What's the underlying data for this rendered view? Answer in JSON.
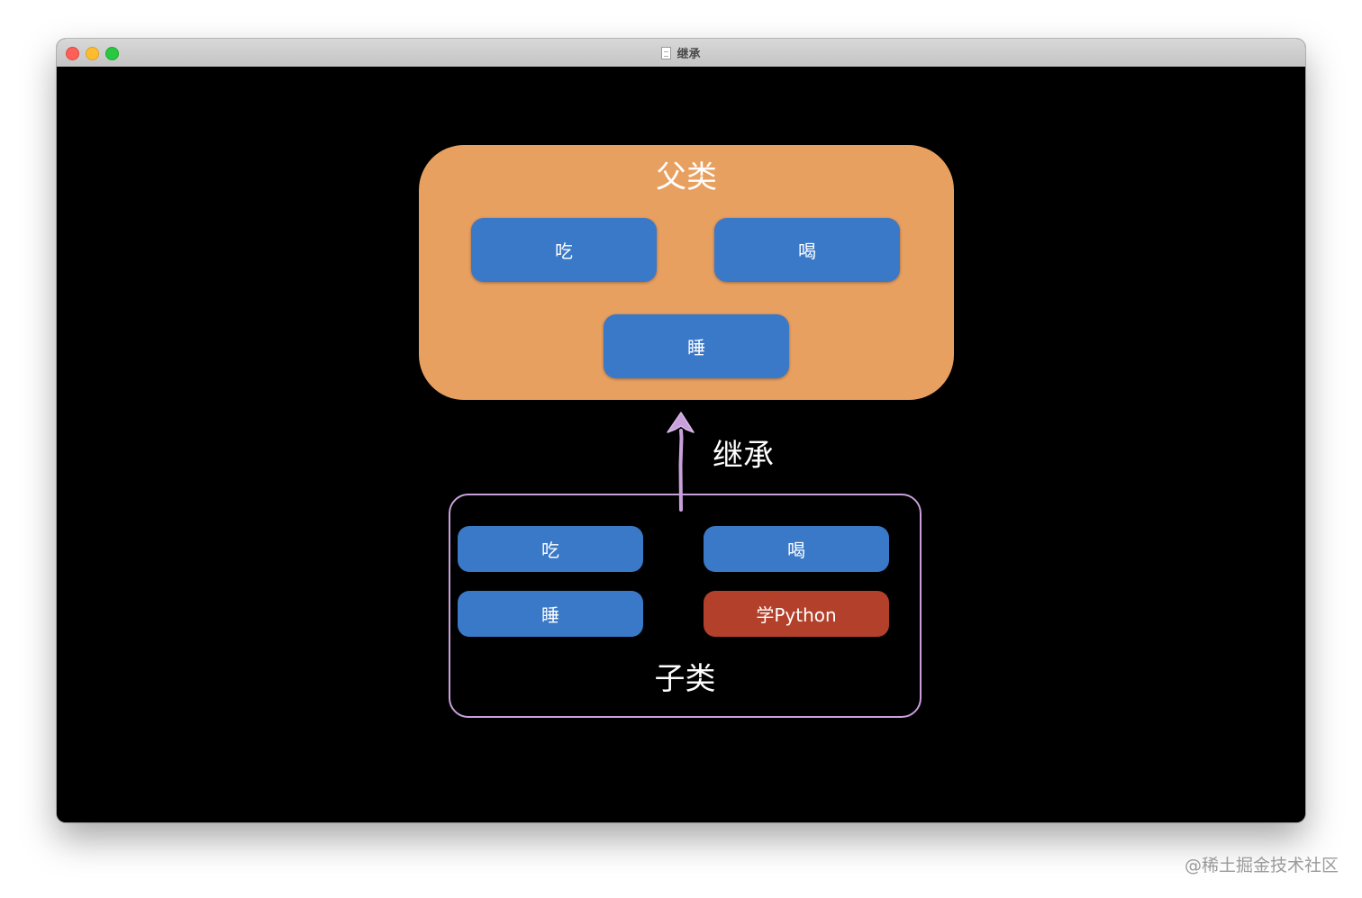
{
  "window": {
    "title": "继承"
  },
  "diagram": {
    "parent": {
      "title": "父类",
      "methods": [
        "吃",
        "喝",
        "睡"
      ]
    },
    "relation_label": "继承",
    "child": {
      "title": "子类",
      "methods": [
        "吃",
        "喝",
        "睡",
        "学Python"
      ]
    }
  },
  "colors": {
    "parent_fill": "#e8a060",
    "method_fill": "#3a78c8",
    "new_method_fill": "#b3402a",
    "child_border": "#c9a0dc",
    "arrow": "#c9a0dc",
    "background": "#000000"
  },
  "watermark": "@稀土掘金技术社区"
}
